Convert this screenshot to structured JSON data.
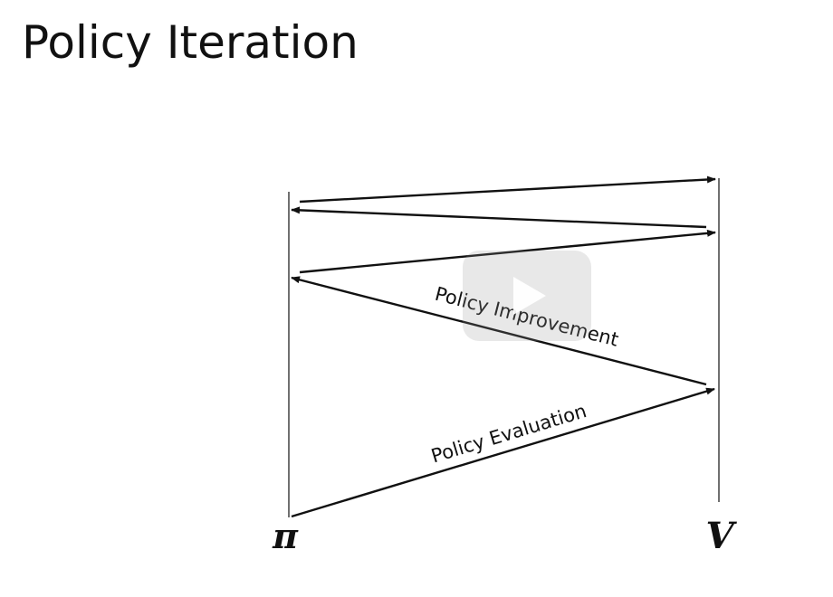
{
  "slide": {
    "title": "Policy Iteration"
  },
  "diagram": {
    "left_symbol": "π",
    "right_symbol": "V",
    "labels": {
      "improvement": "Policy Improvement",
      "evaluation": "Policy Evaluation"
    },
    "colors": {
      "ink": "#111111",
      "play_overlay": "rgba(150,150,150,0.22)"
    }
  },
  "video": {
    "play_icon": "play-icon"
  }
}
